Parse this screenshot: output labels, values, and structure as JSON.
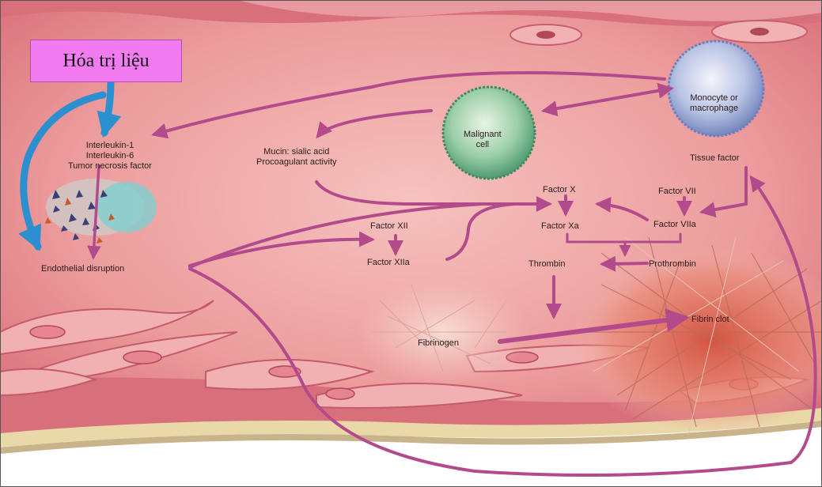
{
  "chemo_box": {
    "text": "Hóa trị liệu",
    "color": "#f27bf2"
  },
  "labels": {
    "interleukin1": "Interleukin-1",
    "interleukin6": "Interleukin-6",
    "tnf": "Tumor necrosis factor",
    "endothelial_disruption": "Endothelial disruption",
    "mucin_line1": "Mucin: sialic acid",
    "mucin_line2": "Procoagulant activity",
    "malignant_line1": "Malignant",
    "malignant_line2": "cell",
    "monocyte_line1": "Monocyte or",
    "monocyte_line2": "macrophage",
    "tissue_factor": "Tissue factor",
    "factor_x": "Factor X",
    "factor_xa": "Factor Xa",
    "factor_vii": "Factor VII",
    "factor_viia": "Factor VIIa",
    "factor_xii": "Factor XII",
    "factor_xiia": "Factor XIIa",
    "thrombin": "Thrombin",
    "prothrombin": "Prothrombin",
    "fibrinogen": "Fibrinogen",
    "fibrin_clot": "Fibrin clot"
  },
  "colors": {
    "arrow": "#b24a8c",
    "chemo_arrow": "#2c8fd0",
    "vessel": "#e4828a",
    "vessel_light": "#f3b4b2",
    "wall": "#d8707c"
  }
}
